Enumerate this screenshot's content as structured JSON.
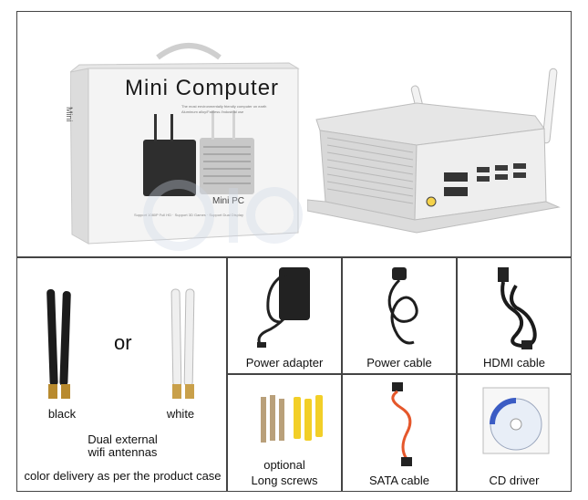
{
  "hero": {
    "box_title": "Mini Computer",
    "box_side_text": "Mini",
    "box_small_text": "Mini PC",
    "box_tiny_line1": "The most environmentally friendly computer on earth",
    "box_tiny_line2": "Aluminum alloy/Fanless /Industrial use",
    "box_bottom_text": "Support 1080P Full HD · Support 3D Games · Support Dual Display"
  },
  "antennas": {
    "left_label": "black",
    "or_text": "or",
    "right_label": "white",
    "caption_line1": "Dual external",
    "caption_line2": "wifi antennas",
    "note": "color delivery as per the product case"
  },
  "accessories": [
    {
      "label": "Power adapter"
    },
    {
      "label": "Power cable"
    },
    {
      "label": "HDMI cable"
    },
    {
      "label_line1": "optional",
      "label_line2": "Long screws"
    },
    {
      "label": "SATA cable"
    },
    {
      "label": "CD driver"
    }
  ]
}
